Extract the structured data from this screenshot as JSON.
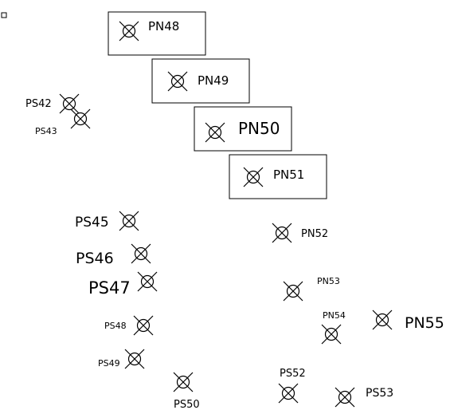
{
  "drawing": {
    "line_color": "#000000",
    "background": "#ffffff",
    "marker_icon": "circle-x-icon",
    "corner_marker_icon": "square-icon"
  },
  "points": [
    {
      "id": "pn48",
      "label": "PN48",
      "boxed": true
    },
    {
      "id": "pn49",
      "label": "PN49",
      "boxed": true
    },
    {
      "id": "pn50",
      "label": "PN50",
      "boxed": true
    },
    {
      "id": "pn51",
      "label": "PN51",
      "boxed": true
    },
    {
      "id": "ps42",
      "label": "PS42",
      "boxed": false
    },
    {
      "id": "ps43",
      "label": "PS43",
      "boxed": false
    },
    {
      "id": "ps45",
      "label": "PS45",
      "boxed": false
    },
    {
      "id": "ps46",
      "label": "PS46",
      "boxed": false
    },
    {
      "id": "ps47",
      "label": "PS47",
      "boxed": false
    },
    {
      "id": "ps48",
      "label": "PS48",
      "boxed": false
    },
    {
      "id": "ps49",
      "label": "PS49",
      "boxed": false
    },
    {
      "id": "ps50",
      "label": "PS50",
      "boxed": false
    },
    {
      "id": "pn52",
      "label": "PN52",
      "boxed": false
    },
    {
      "id": "pn53",
      "label": "PN53",
      "boxed": false
    },
    {
      "id": "pn54",
      "label": "PN54",
      "boxed": false
    },
    {
      "id": "pn55",
      "label": "PN55",
      "boxed": false
    },
    {
      "id": "ps52",
      "label": "PS52",
      "boxed": false
    },
    {
      "id": "ps53",
      "label": "PS53",
      "boxed": false
    }
  ]
}
